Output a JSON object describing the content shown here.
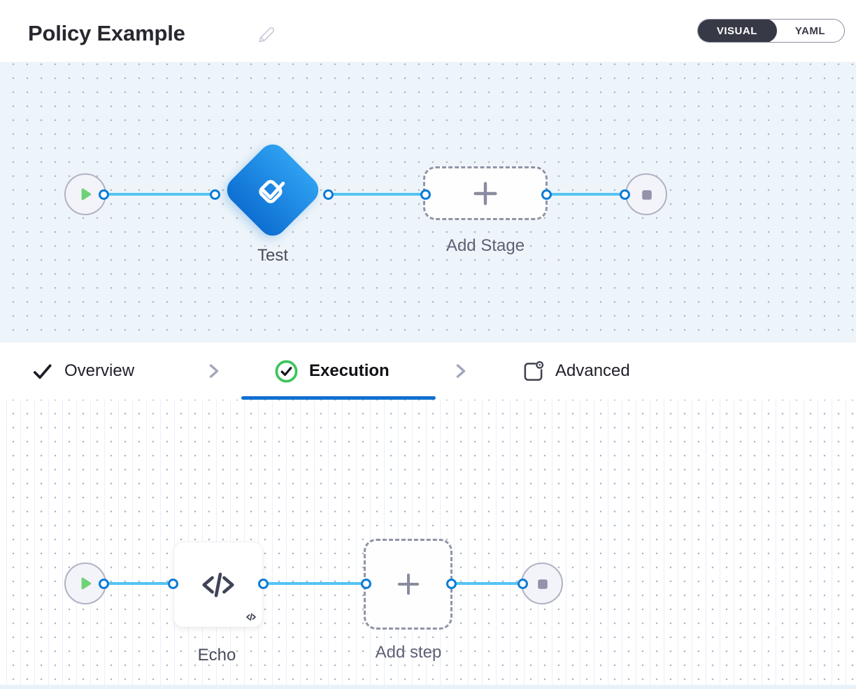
{
  "header": {
    "title": "Policy Example",
    "view_toggle": {
      "selected": "VISUAL",
      "options": [
        "VISUAL",
        "YAML"
      ]
    }
  },
  "stage_pipeline": {
    "stage": {
      "name": "Test"
    },
    "add_stage": {
      "label": "Add Stage"
    }
  },
  "tabs": {
    "items": [
      {
        "label": "Overview",
        "state": "completed"
      },
      {
        "label": "Execution",
        "state": "active"
      },
      {
        "label": "Advanced",
        "state": "default"
      }
    ]
  },
  "step_pipeline": {
    "step": {
      "name": "Echo"
    },
    "add_step": {
      "label": "Add step"
    }
  },
  "colors": {
    "accent_blue": "#0a7cd7",
    "link_line": "#55c3f3",
    "diamond_top": "#2ea0f1",
    "diamond_bottom": "#0d6fd2",
    "success_green": "#3ec45c",
    "play_green": "#6dd277",
    "node_gray": "#9293ab",
    "dark": "#383946",
    "tab_underline": "#1170d0",
    "canvas_blue_bg": "#eef5fa"
  }
}
